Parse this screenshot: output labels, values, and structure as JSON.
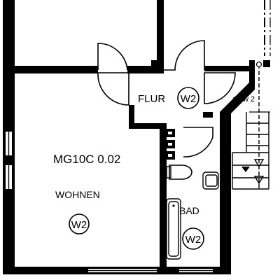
{
  "plan": {
    "room_number": "MG10C 0.02",
    "rooms": {
      "wohnen": "WOHNEN",
      "flur": "FLUR",
      "bad": "BAD"
    },
    "badges": {
      "wohnen": "W2",
      "flur": "W2",
      "bad": "W2",
      "stair": "w 2"
    },
    "colors": {
      "ink": "#000000",
      "paper": "#ffffff"
    }
  }
}
